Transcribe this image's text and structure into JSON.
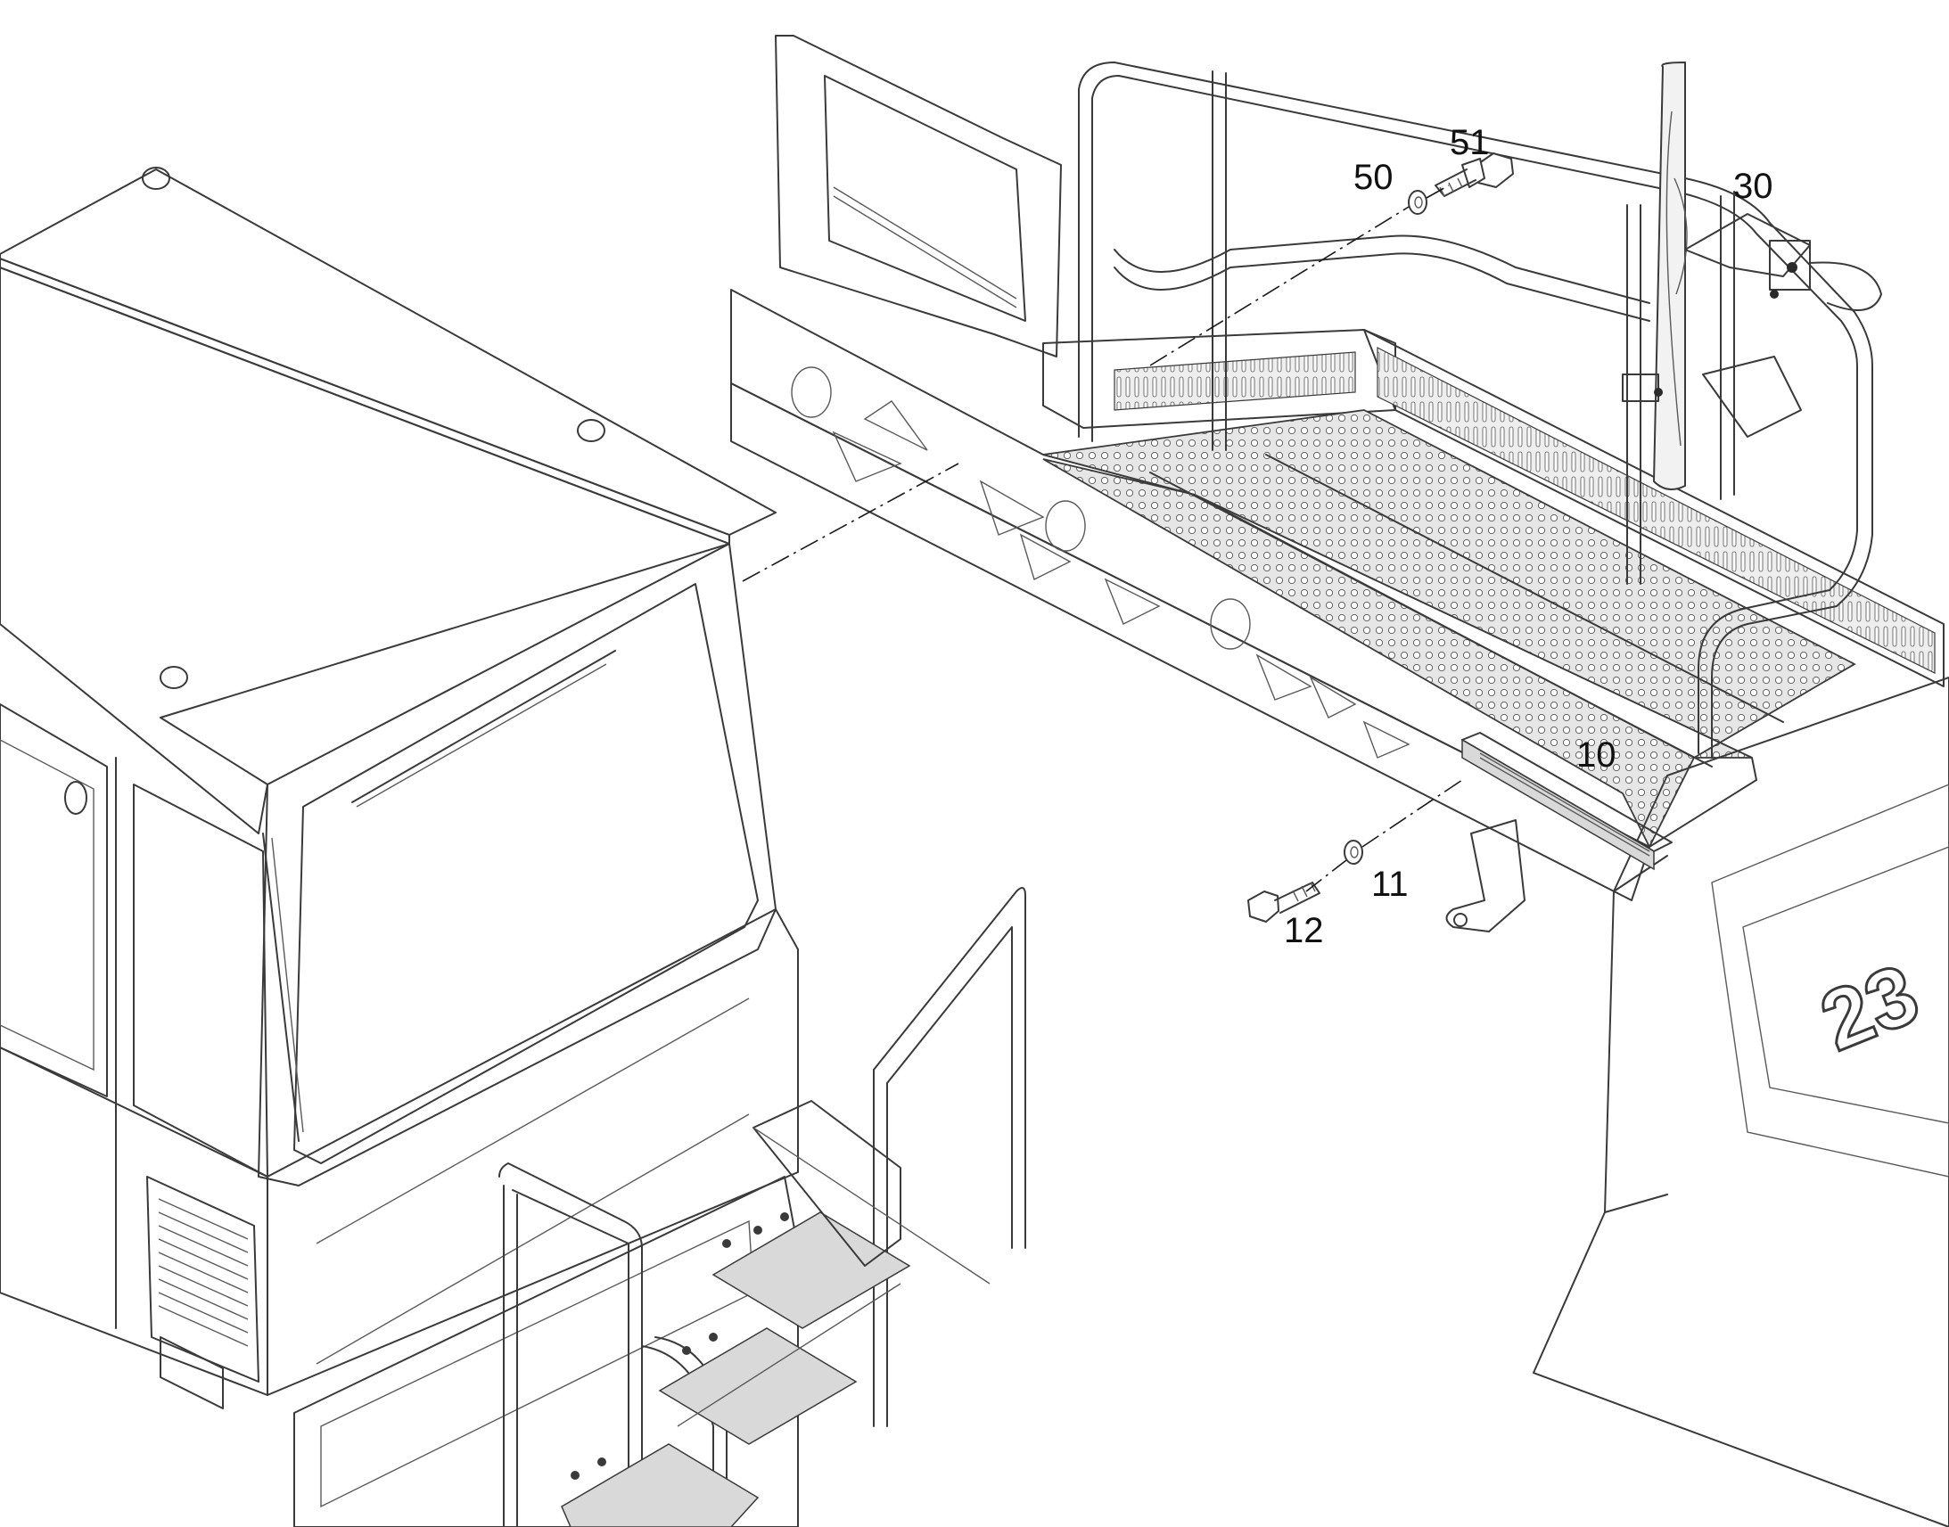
{
  "callouts": {
    "c10": "10",
    "c11": "11",
    "c12": "12",
    "c30": "30",
    "c50": "50",
    "c51": "51"
  },
  "model_badge": "23"
}
